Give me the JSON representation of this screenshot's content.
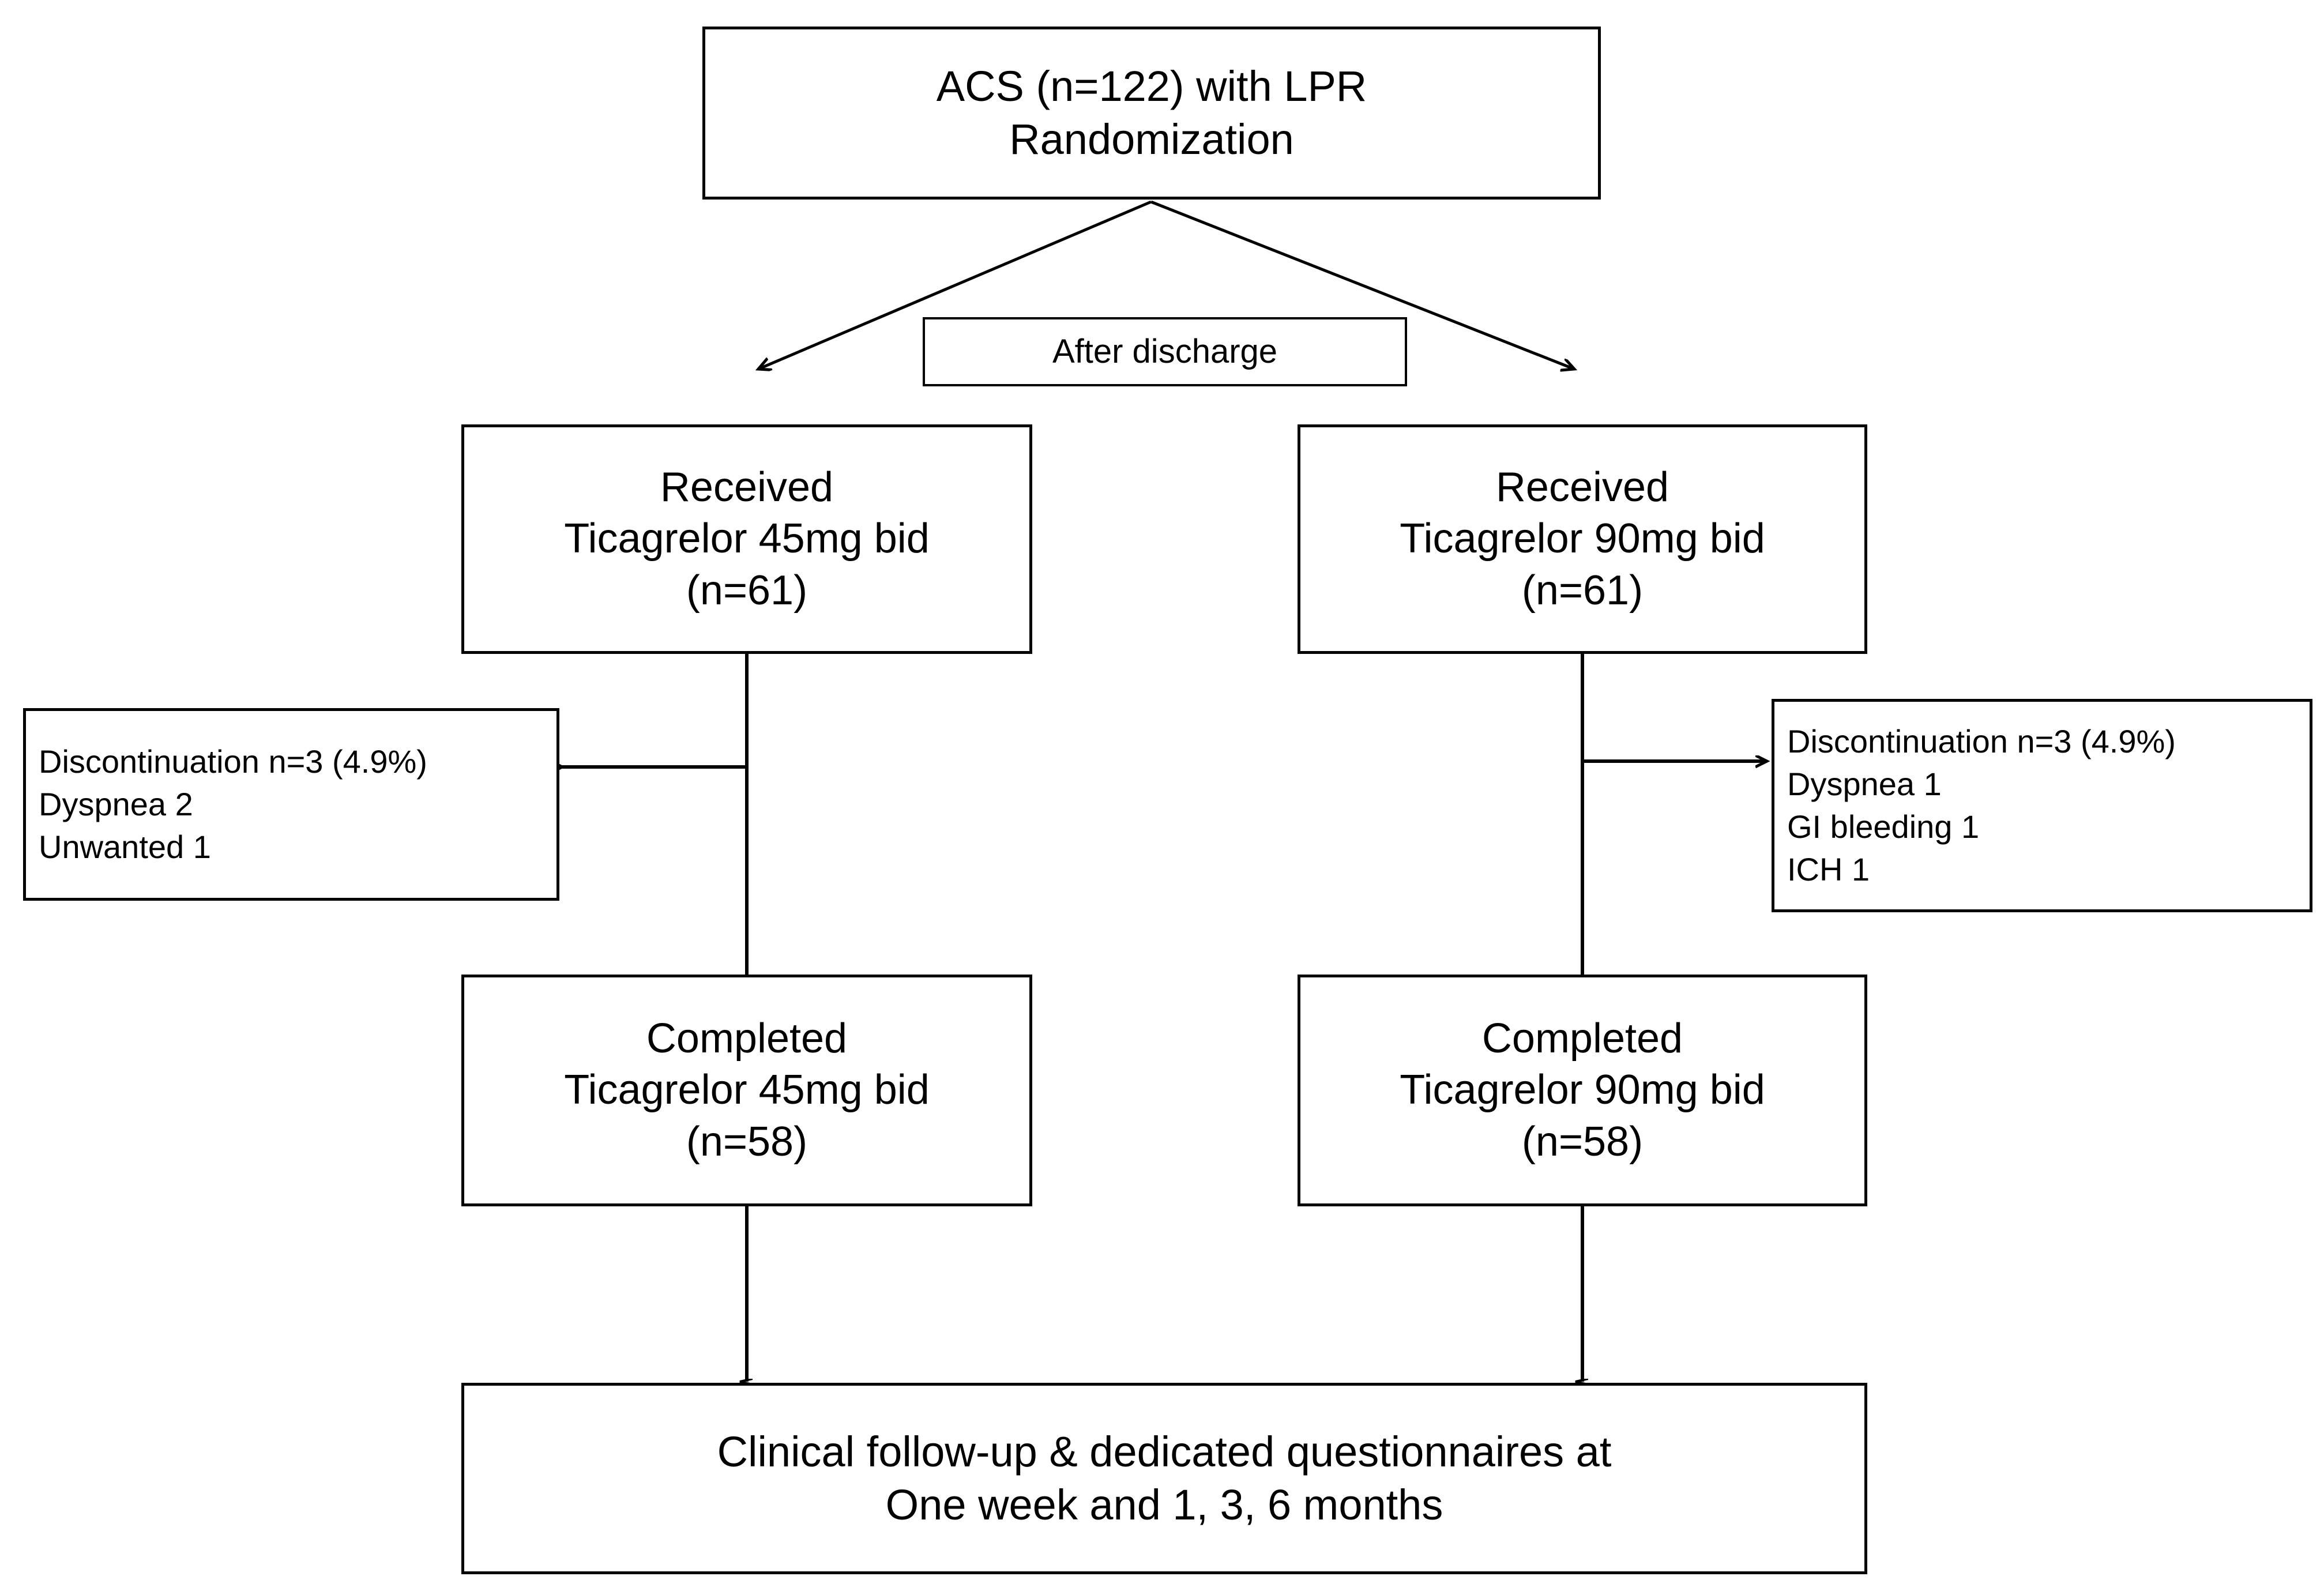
{
  "diagram": {
    "title": "CONSORT participant flow diagram",
    "type": "flowchart",
    "stroke_color": "#000000",
    "background_color": "#ffffff",
    "nodes": {
      "randomization": {
        "line1": "ACS (n=122) with LPR",
        "line2": "Randomization"
      },
      "after_discharge": {
        "label": "After discharge"
      },
      "received_low": {
        "line1": "Received",
        "line2": "Ticagrelor 45mg bid",
        "line3": "(n=61)"
      },
      "received_high": {
        "line1": "Received",
        "line2": "Ticagrelor 90mg bid",
        "line3": "(n=61)"
      },
      "discontinuation_low": {
        "line1": "Discontinuation n=3 (4.9%)",
        "line2": "Dyspnea 2",
        "line3": "Unwanted 1"
      },
      "discontinuation_high": {
        "line1": "Discontinuation n=3 (4.9%)",
        "line2": "Dyspnea 1",
        "line3": "GI bleeding 1",
        "line4": "ICH 1"
      },
      "completed_low": {
        "line1": "Completed",
        "line2": "Ticagrelor 45mg bid",
        "line3": "(n=58)"
      },
      "completed_high": {
        "line1": "Completed",
        "line2": "Ticagrelor 90mg bid",
        "line3": "(n=58)"
      },
      "followup": {
        "line1": "Clinical follow-up & dedicated questionnaires at",
        "line2": "One week and 1, 3, 6 months"
      }
    }
  }
}
